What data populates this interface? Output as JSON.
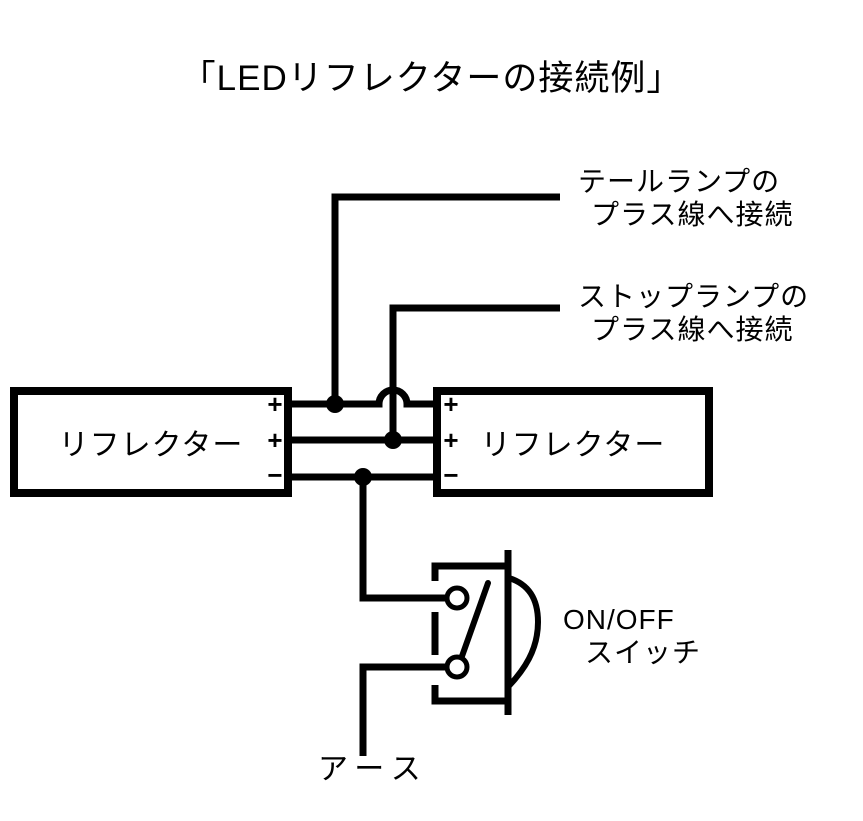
{
  "title": "「LEDリフレクターの接続例」",
  "reflector_left": {
    "label": "リフレクター",
    "terminals": [
      "+",
      "+",
      "−"
    ]
  },
  "reflector_right": {
    "label": "リフレクター",
    "terminals": [
      "+",
      "+",
      "−"
    ]
  },
  "annotations": {
    "tail_lamp": {
      "line1": "テールランプの",
      "line2": "プラス線へ接続"
    },
    "stop_lamp": {
      "line1": "ストップランプの",
      "line2": "プラス線へ接続"
    },
    "switch": {
      "line1": "ON/OFF",
      "line2": "スイッチ"
    },
    "ground": "アース"
  },
  "colors": {
    "line": "#000000",
    "background": "#ffffff",
    "text": "#000000"
  }
}
